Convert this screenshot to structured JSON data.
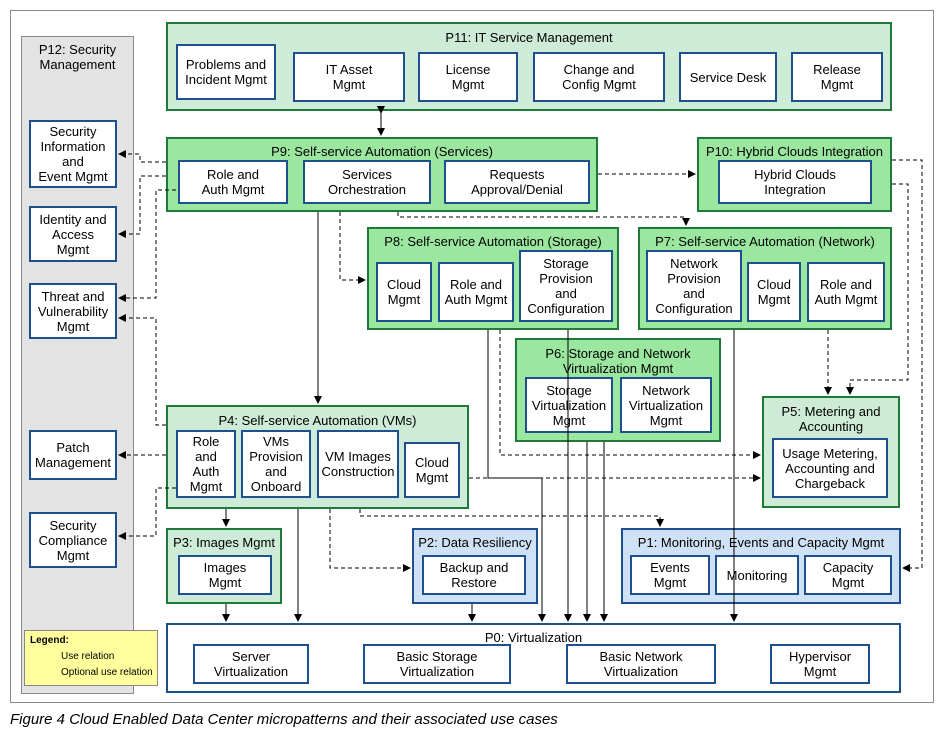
{
  "p12": {
    "title": "P12: Security\nManagement",
    "items": [
      "Security\nInformation\nand\nEvent Mgmt",
      "Identity and\nAccess\nMgmt",
      "Threat and\nVulnerability\nMgmt",
      "Patch\nManagement",
      "Security\nCompliance\nMgmt"
    ]
  },
  "p11": {
    "title": "P11: IT Service Management",
    "items": [
      "Problems and\nIncident Mgmt",
      "IT Asset\nMgmt",
      "License\nMgmt",
      "Change and\nConfig Mgmt",
      "Service Desk",
      "Release\nMgmt"
    ]
  },
  "p9": {
    "title": "P9: Self-service Automation (Services)",
    "items": [
      "Role and\nAuth Mgmt",
      "Services\nOrchestration",
      "Requests\nApproval/Denial"
    ]
  },
  "p10": {
    "title": "P10: Hybrid Clouds Integration",
    "items": [
      "Hybrid Clouds\nIntegration"
    ]
  },
  "p8": {
    "title": "P8: Self-service Automation (Storage)",
    "items": [
      "Cloud\nMgmt",
      "Role and\nAuth Mgmt",
      "Storage\nProvision\nand\nConfiguration"
    ]
  },
  "p7": {
    "title": "P7: Self-service Automation (Network)",
    "items": [
      "Network\nProvision\nand\nConfiguration",
      "Cloud\nMgmt",
      "Role and\nAuth Mgmt"
    ]
  },
  "p6": {
    "title": "P6: Storage and Network\nVirtualization Mgmt",
    "items": [
      "Storage\nVirtualization\nMgmt",
      "Network\nVirtualization\nMgmt"
    ]
  },
  "p5": {
    "title": "P5: Metering and\nAccounting",
    "items": [
      "Usage Metering,\nAccounting and\nChargeback"
    ]
  },
  "p4": {
    "title": "P4: Self-service Automation (VMs)",
    "items": [
      "Role\nand\nAuth\nMgmt",
      "VMs\nProvision\nand\nOnboard",
      "VM Images\nConstruction",
      "Cloud\nMgmt"
    ]
  },
  "p3": {
    "title": "P3: Images Mgmt",
    "items": [
      "Images\nMgmt"
    ]
  },
  "p2": {
    "title": "P2: Data Resiliency",
    "items": [
      "Backup and\nRestore"
    ]
  },
  "p1": {
    "title": "P1: Monitoring, Events and Capacity Mgmt",
    "items": [
      "Events\nMgmt",
      "Monitoring",
      "Capacity\nMgmt"
    ]
  },
  "p0": {
    "title": "P0: Virtualization",
    "items": [
      "Server\nVirtualization",
      "Basic Storage\nVirtualization",
      "Basic Network\nVirtualization",
      "Hypervisor\nMgmt"
    ]
  },
  "legend": {
    "title": "Legend:",
    "use": "Use relation",
    "optional": "Optional use relation"
  },
  "caption": "Figure 4   Cloud Enabled Data Center micropatterns and their associated use cases",
  "colors": {
    "green_group": "#cdebd6",
    "bright_group": "#9be79f",
    "blue_group": "#cfe1f4",
    "green_border": "#1f7a3a",
    "blue_border": "#1e4f8f",
    "legend_bg": "#ffff9e"
  }
}
